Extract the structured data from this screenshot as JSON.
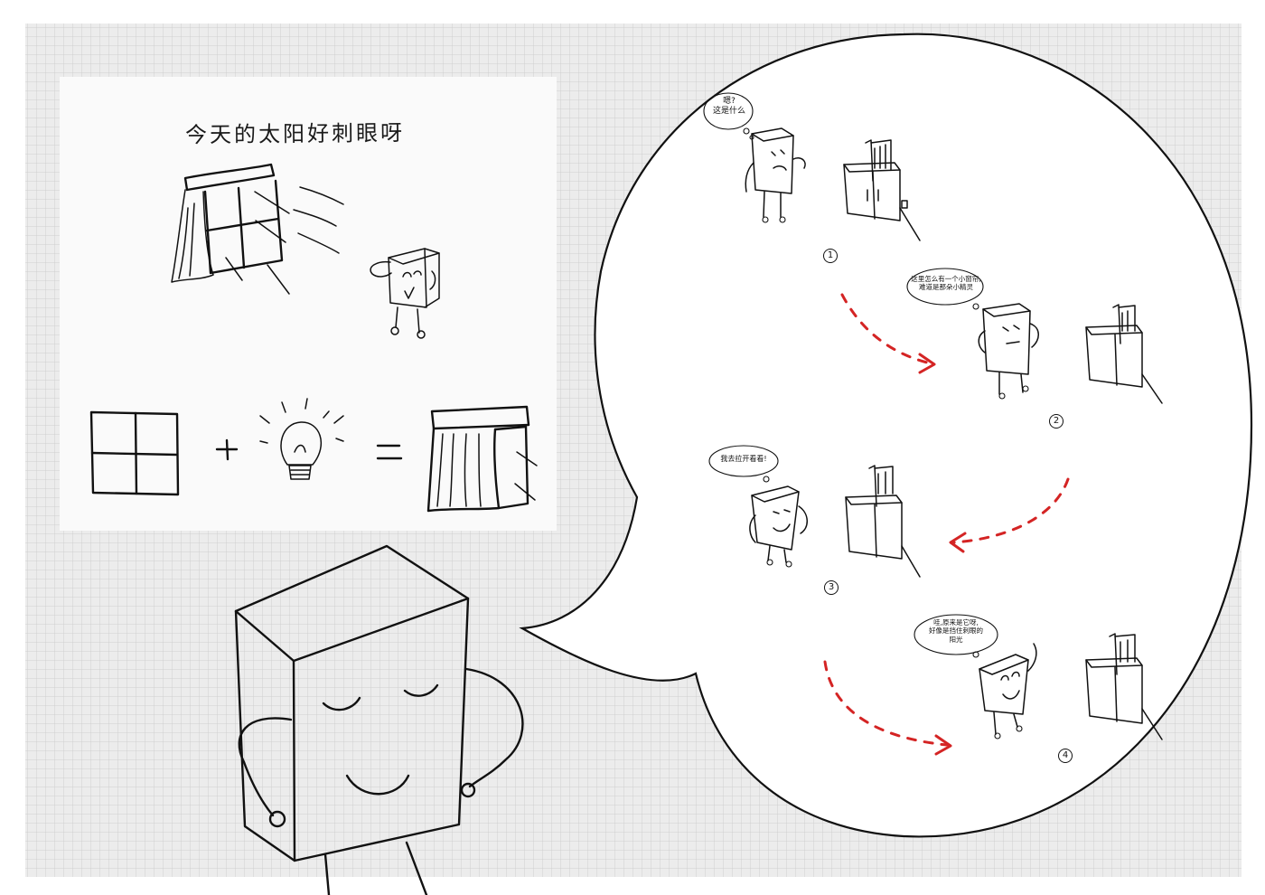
{
  "title": "今天的太阳好刺眼呀",
  "panels": [
    {
      "number": "1",
      "thought_lines": [
        "嗯?",
        "这是什么"
      ]
    },
    {
      "number": "2",
      "thought_lines": [
        "这里怎么有一个小窗帘,",
        "难道是那朵小精灵"
      ]
    },
    {
      "number": "3",
      "thought_lines": [
        "我去拉开看看!"
      ]
    },
    {
      "number": "4",
      "thought_lines": [
        "哇,原来是它呀,",
        "好像是挡住刺眼的",
        "阳光"
      ]
    }
  ],
  "colors": {
    "grid_line": "#cfcfcf",
    "grid_background": "#ececec",
    "ink": "#111111",
    "arrow": "#d42424",
    "paper": "#ffffff"
  },
  "icons": [
    "window-icon",
    "lightbulb-icon",
    "curtain-icon",
    "box-character-icon",
    "cabinet-icon",
    "plus-sign-icon",
    "equals-sign-icon"
  ]
}
